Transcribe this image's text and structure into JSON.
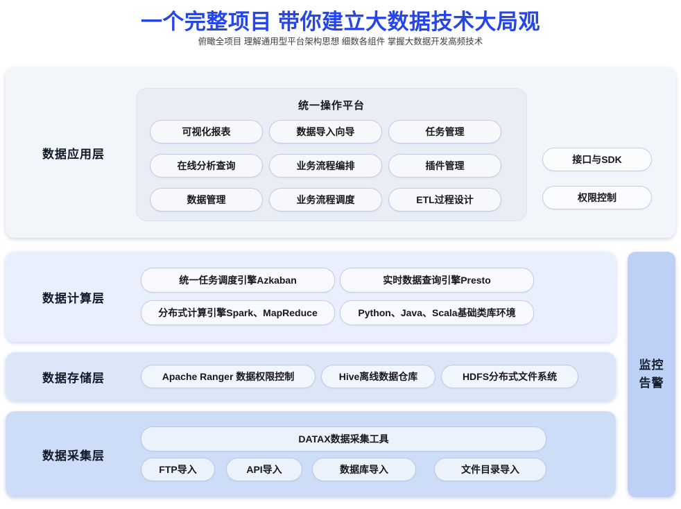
{
  "page": {
    "title": "一个完整项目 带你建立大数据技术大局观",
    "subtitle": "俯瞰全项目 理解通用型平台架构思想 细数各组件 掌握大数据开发高频技术"
  },
  "colors": {
    "title_blue": "#2545e9",
    "layer_application_bg": "#f2f6fb",
    "platform_panel_bg": "#e8edf6",
    "layer_computing_bg": "#e9effc",
    "layer_storage_bg": "#dbe6f9",
    "layer_collection_bg": "#cdddf7",
    "monitor_panel_bg": "#bdd0f5"
  },
  "layers": {
    "application": {
      "label": "数据应用层",
      "platform": {
        "title": "统一操作平台",
        "buttons": [
          "可视化报表",
          "数据导入向导",
          "任务管理",
          "在线分析查询",
          "业务流程编排",
          "插件管理",
          "数据管理",
          "业务流程调度",
          "ETL过程设计"
        ]
      },
      "side_buttons": [
        "接口与SDK",
        "权限控制"
      ]
    },
    "computing": {
      "label": "数据计算层",
      "buttons": [
        "统一任务调度引擎Azkaban",
        "实时数据查询引擎Presto",
        "分布式计算引擎Spark、MapReduce",
        "Python、Java、Scala基础类库环境"
      ]
    },
    "storage": {
      "label": "数据存储层",
      "buttons": [
        "Apache Ranger 数据权限控制",
        "Hive离线数据仓库",
        "HDFS分布式文件系统"
      ]
    },
    "collection": {
      "label": "数据采集层",
      "wide_button": "DATAX数据采集工具",
      "buttons": [
        "FTP导入",
        "API导入",
        "数据库导入",
        "文件目录导入"
      ]
    },
    "monitor": {
      "line1": "监控",
      "line2": "告警"
    }
  }
}
